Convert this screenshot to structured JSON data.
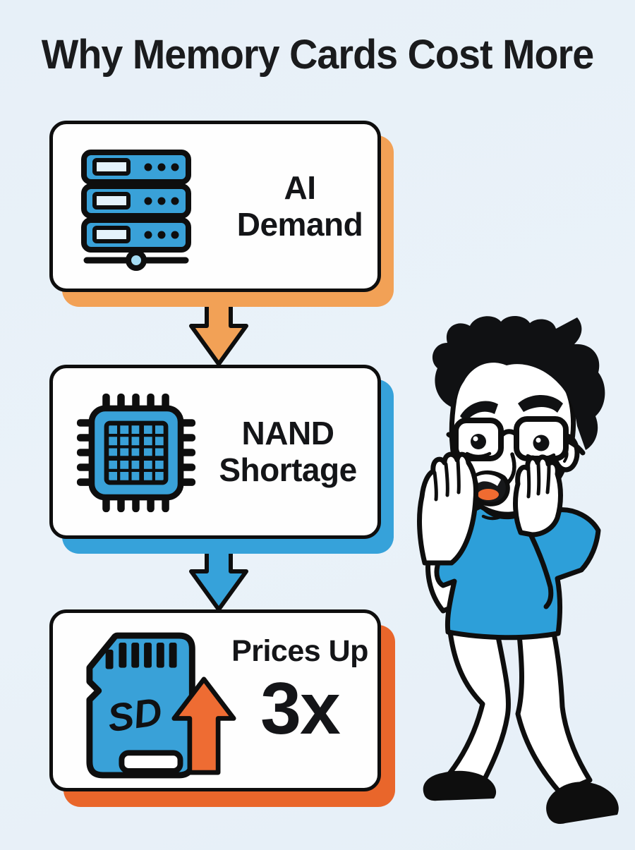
{
  "title": "Why Memory Cards Cost More",
  "flow": {
    "steps": [
      {
        "name": "ai-demand",
        "line1": "AI",
        "line2": "Demand",
        "icon": "server-icon",
        "accent_color": "#F2A156"
      },
      {
        "name": "nand-shortage",
        "line1": "NAND",
        "line2": "Shortage",
        "icon": "chip-icon",
        "accent_color": "#36A2DA"
      },
      {
        "name": "prices-up",
        "line1": "Prices Up",
        "line2": "3x",
        "icon": "sd-card-icon",
        "accent_color": "#E9662B"
      }
    ],
    "sd_card_logo": "SD"
  },
  "illustration": {
    "name": "worried-man"
  },
  "colors": {
    "background": "#EAF2F9",
    "box_fill": "#FFFFFF",
    "outline": "#0E0E0E",
    "icon_blue": "#39A1D8",
    "arrow_orange": "#F2A156",
    "arrow_blue": "#36A2DA",
    "price_arrow_orange": "#EE6C33",
    "shadow_orange_light": "#F2A156",
    "shadow_blue": "#36A2DA",
    "shadow_orange_deep": "#E9662B",
    "shirt_blue": "#2D9FD9"
  }
}
